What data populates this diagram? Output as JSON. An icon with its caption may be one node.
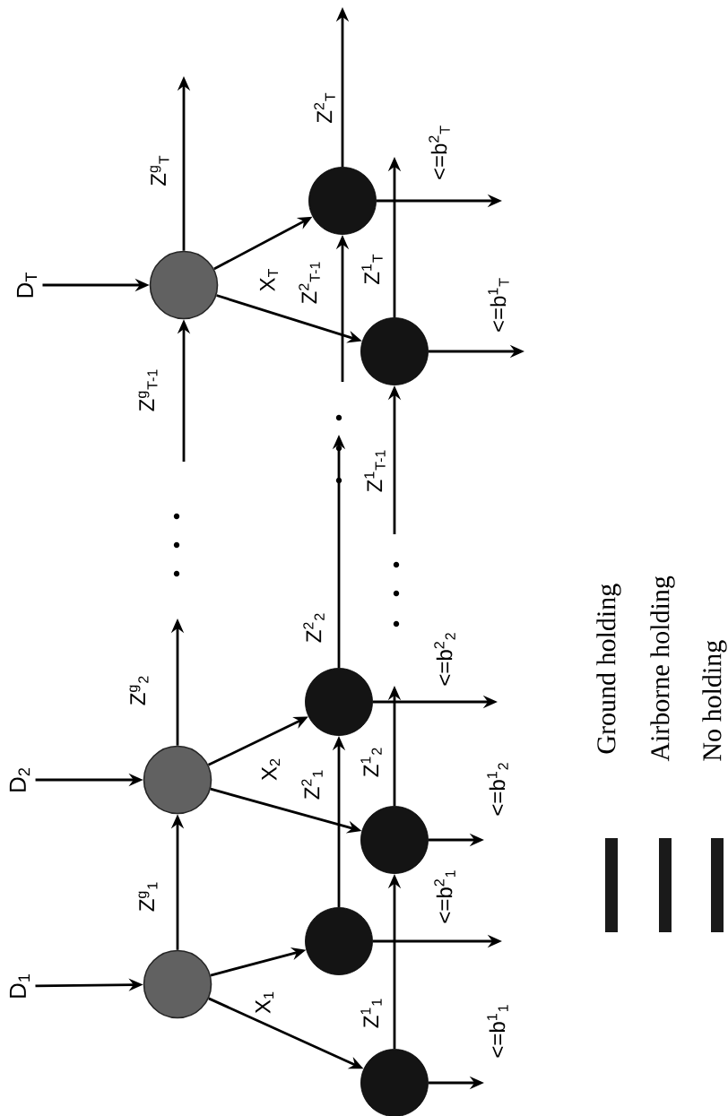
{
  "diagram": {
    "nodes": [
      {
        "text": [
          "D$_{1}$"
        ]
      },
      {
        "text": [
          "D$_{2}$"
        ]
      },
      {
        "text": [
          "D$_{T}$"
        ]
      },
      {
        "text": [],
        "shape": "circle"
      },
      {
        "text": [],
        "shape": "circle"
      },
      {
        "text": [],
        "shape": "circle"
      },
      {
        "text": [],
        "shape": "circle"
      },
      {
        "text": [],
        "shape": "circle"
      },
      {
        "text": [],
        "shape": "circle"
      },
      {
        "text": [],
        "shape": "circle"
      },
      {
        "text": [],
        "shape": "circle"
      },
      {
        "text": [],
        "shape": "circle"
      }
    ],
    "edges": [
      {
        "from": 0,
        "to": 3,
        "arrow": "to"
      },
      {
        "from": 1,
        "to": 4,
        "arrow": "to"
      },
      {
        "from": 2,
        "to": 5,
        "arrow": "to"
      },
      {
        "from": 3,
        "to": 4,
        "arrow": "to",
        "label": "Z$^{g}$$_{1}$"
      },
      {
        "from": 4,
        "to": null,
        "arrow": "to",
        "label": "Z$^{g}$$_{2}$"
      },
      {
        "from": null,
        "to": 5,
        "arrow": "to",
        "label": "Z$^{g}$$_{T-1}$"
      },
      {
        "from": 5,
        "to": null,
        "arrow": "to",
        "label": "Z$^{g}$$_{T}$"
      },
      {
        "from": 3,
        "to": 9,
        "arrow": "to"
      },
      {
        "from": 3,
        "to": 6,
        "arrow": "to"
      },
      {
        "from": 4,
        "to": 10,
        "arrow": "to"
      },
      {
        "from": 4,
        "to": 7,
        "arrow": "to"
      },
      {
        "from": 5,
        "to": 11,
        "arrow": "to"
      },
      {
        "from": 5,
        "to": 8,
        "arrow": "to"
      },
      {
        "from": 9,
        "to": 10,
        "arrow": "to",
        "label": "Z$^{1}$$_{1}$"
      },
      {
        "from": 6,
        "to": 7,
        "arrow": "to",
        "label": "Z$^{2}$$_{1}$"
      },
      {
        "from": 10,
        "to": null,
        "arrow": "to",
        "label": "Z$^{1}$$_{2}$"
      },
      {
        "from": 7,
        "to": null,
        "arrow": "to",
        "label": "Z$^{2}$$_{2}$"
      },
      {
        "from": null,
        "to": 11,
        "arrow": "to",
        "label": "Z$^{1}$$_{T-1}$"
      },
      {
        "from": null,
        "to": 8,
        "arrow": "to",
        "label": "Z$^{2}$$_{T-1}$"
      },
      {
        "from": 11,
        "to": null,
        "arrow": "to",
        "label": "Z$^{1}$$_{T}$"
      },
      {
        "from": 8,
        "to": null,
        "arrow": "to",
        "label": "Z$^{2}$$_{T}$"
      },
      {
        "from": 9,
        "to": null,
        "arrow": "to",
        "label": "<=b$^{1}$$_{1}$"
      },
      {
        "from": 6,
        "to": null,
        "arrow": "to",
        "label": "<=b$^{2}$$_{1}$"
      },
      {
        "from": 10,
        "to": null,
        "arrow": "to",
        "label": "<=b$^{1}$$_{2}$"
      },
      {
        "from": 7,
        "to": null,
        "arrow": "to",
        "label": "<=b$^{2}$$_{2}$"
      },
      {
        "from": 11,
        "to": null,
        "arrow": "to",
        "label": "<=b$^{1}$$_{T}$"
      },
      {
        "from": 8,
        "to": null,
        "arrow": "to",
        "label": "<=b$^{2}$$_{T}$"
      }
    ],
    "labels": [
      "X$_{1}$",
      "X$_{2}$",
      "X$_{T}$"
    ],
    "legend": [
      {
        "text": "Ground holding",
        "color": "#1a1a1a"
      },
      {
        "text": "Airborne holding",
        "color": "#1a1a1a"
      },
      {
        "text": "No holding",
        "color": "#1a1a1a"
      }
    ]
  }
}
